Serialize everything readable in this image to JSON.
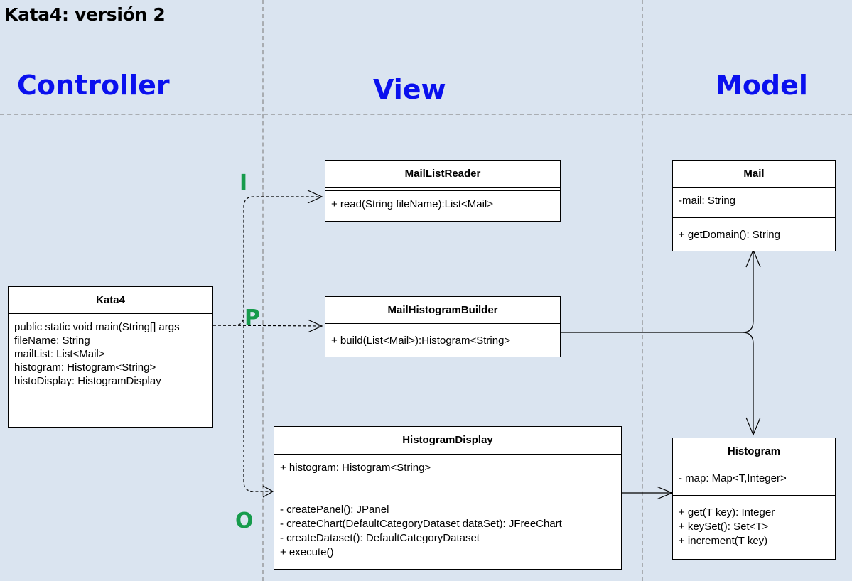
{
  "page_title": "Kata4: versión 2",
  "columns": {
    "controller": "Controller",
    "view": "View",
    "model": "Model"
  },
  "letters": {
    "i": "I",
    "p": "P",
    "o": "O"
  },
  "classes": {
    "kata4": {
      "name": "Kata4",
      "attributes": [
        "public static void main(String[] args",
        "fileName: String",
        "mailList: List<Mail>",
        "histogram: Histogram<String>",
        "histoDisplay: HistogramDisplay"
      ]
    },
    "mail_list_reader": {
      "name": "MailListReader",
      "methods": [
        "+ read(String fileName):List<Mail>"
      ]
    },
    "mail_histogram_builder": {
      "name": "MailHistogramBuilder",
      "methods": [
        "+ build(List<Mail>):Histogram<String>"
      ]
    },
    "histogram_display": {
      "name": "HistogramDisplay",
      "attributes": [
        "+ histogram: Histogram<String>"
      ],
      "methods": [
        "- createPanel(): JPanel",
        "- createChart(DefaultCategoryDataset dataSet): JFreeChart",
        "- createDataset(): DefaultCategoryDataset",
        "+ execute()"
      ]
    },
    "mail": {
      "name": "Mail",
      "attributes": [
        "-mail: String"
      ],
      "methods": [
        "+ getDomain(): String"
      ]
    },
    "histogram": {
      "name": "Histogram",
      "attributes": [
        "- map: Map<T,Integer>"
      ],
      "methods": [
        "+ get(T key): Integer",
        "+ keySet(): Set<T>",
        "+ increment(T key)"
      ]
    }
  },
  "colors": {
    "background": "#dae4f0",
    "column_title": "#0a10ee",
    "io_letter": "#169b4c",
    "dashed_divider": "#a9adb2"
  }
}
